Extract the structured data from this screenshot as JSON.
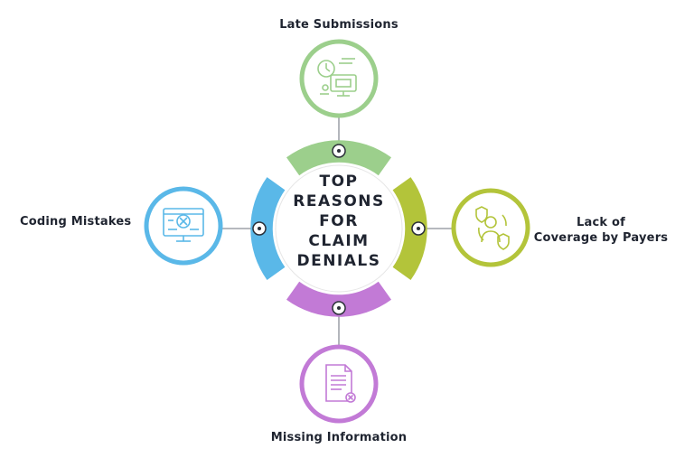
{
  "center": {
    "title_lines": [
      "TOP",
      "REASONS",
      "FOR",
      "CLAIM",
      "DENIALS"
    ]
  },
  "reasons": {
    "top": {
      "label": "Late Submissions",
      "color": "#9ccf8c",
      "icon": "clock-monitor-icon"
    },
    "left": {
      "label": "Coding Mistakes",
      "color": "#5ab8e8",
      "icon": "code-error-monitor-icon"
    },
    "right": {
      "label_line1": "Lack of",
      "label_line2": "Coverage by Payers",
      "color": "#b3c43a",
      "icon": "shield-person-icon"
    },
    "bottom": {
      "label": "Missing Information",
      "color": "#c27ad6",
      "icon": "document-error-icon"
    }
  }
}
